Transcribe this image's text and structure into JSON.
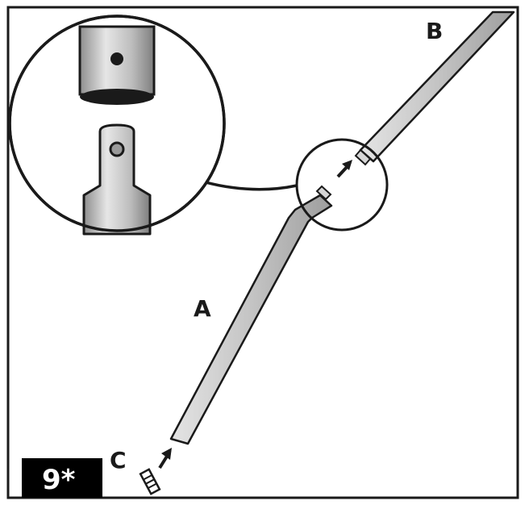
{
  "step": {
    "number": "9*"
  },
  "parts": {
    "upper_pole": "B",
    "lower_pole": "A",
    "pole_foot": "C"
  },
  "colors": {
    "pole_fill": "#c9c9c9",
    "pole_shade": "#9a9a9a",
    "outline": "#1a1a1a",
    "step_badge": "#000000"
  },
  "icons": [
    "connector-detail-icon",
    "insert-arrow-icon",
    "spring-button-icon",
    "end-cap-icon"
  ]
}
